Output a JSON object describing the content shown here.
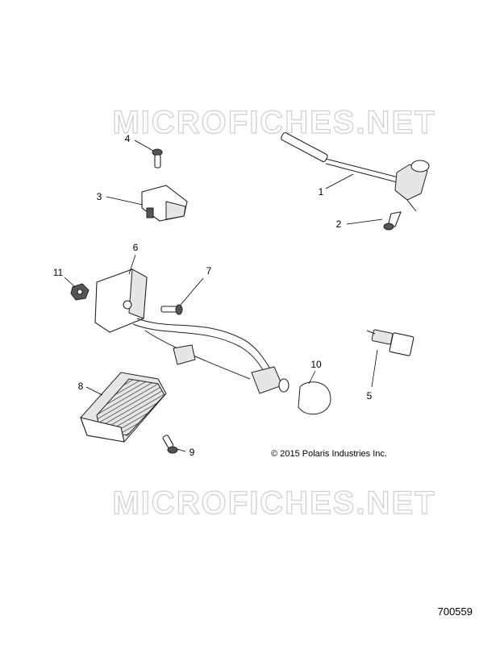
{
  "watermark": "MICROFICHES.NET",
  "copyright": "© 2015 Polaris Industries Inc.",
  "figure_number": "700559",
  "callouts": [
    "1",
    "2",
    "3",
    "4",
    "5",
    "6",
    "7",
    "8",
    "9",
    "10",
    "11"
  ]
}
